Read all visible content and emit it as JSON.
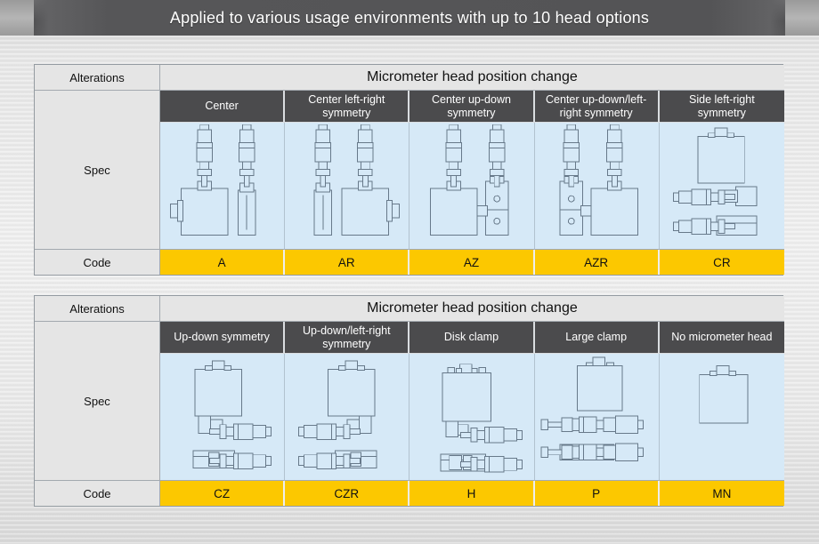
{
  "banner": {
    "title": "Applied to various usage environments with up to 10 head options"
  },
  "colors": {
    "accent_yellow": "#FCC800",
    "spec_blue_bg": "#D6E9F7",
    "header_dark": "#4B4B4D",
    "label_gray": "#E5E5E5",
    "banner_gray": "#545456"
  },
  "tables": [
    {
      "alterations_label": "Alterations",
      "title": "Micrometer head position change",
      "spec_label": "Spec",
      "code_label": "Code",
      "columns": [
        {
          "label": "Center",
          "code": "A",
          "diagram": "stage-center"
        },
        {
          "label": "Center left-right symmetry",
          "code": "AR",
          "diagram": "stage-center-lr-sym"
        },
        {
          "label": "Center up-down symmetry",
          "code": "AZ",
          "diagram": "stage-center-ud-sym"
        },
        {
          "label": "Center up-down/left-right symmetry",
          "code": "AZR",
          "diagram": "stage-center-ud-lr-sym"
        },
        {
          "label": "Side left-right symmetry",
          "code": "CR",
          "diagram": "stage-side-lr-sym"
        }
      ]
    },
    {
      "alterations_label": "Alterations",
      "title": "Micrometer head position change",
      "spec_label": "Spec",
      "code_label": "Code",
      "columns": [
        {
          "label": "Up-down symmetry",
          "code": "CZ",
          "diagram": "stage-ud-sym"
        },
        {
          "label": "Up-down/left-right symmetry",
          "code": "CZR",
          "diagram": "stage-ud-lr-sym"
        },
        {
          "label": "Disk clamp",
          "code": "H",
          "diagram": "stage-disk-clamp"
        },
        {
          "label": "Large clamp",
          "code": "P",
          "diagram": "stage-large-clamp"
        },
        {
          "label": "No micrometer head",
          "code": "MN",
          "diagram": "stage-no-head"
        }
      ]
    }
  ]
}
